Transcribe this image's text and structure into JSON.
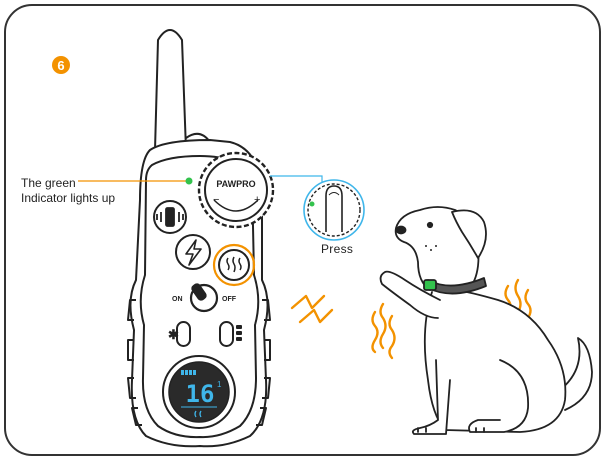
{
  "step": {
    "number": "6"
  },
  "callout": {
    "line1": "The green",
    "line2": "Indicator lights up"
  },
  "press_label": "Press",
  "remote": {
    "brand": "PAWPRO",
    "dial_minus": "−",
    "dial_plus": "+",
    "switch_on": "ON",
    "switch_off": "OFF",
    "lcd_level": "16",
    "lcd_dog_id": "1"
  },
  "icons": {
    "vibration_button": "vibration-icon",
    "shock_button": "lightning-icon",
    "beep_button": "sound-wave-icon",
    "light_button": "light-icon",
    "channel_button": "dog-select-icon"
  },
  "colors": {
    "accent": "#f39200",
    "indicator": "#33c24d",
    "lcd_blue": "#3fb6ea",
    "outline": "#222222"
  }
}
